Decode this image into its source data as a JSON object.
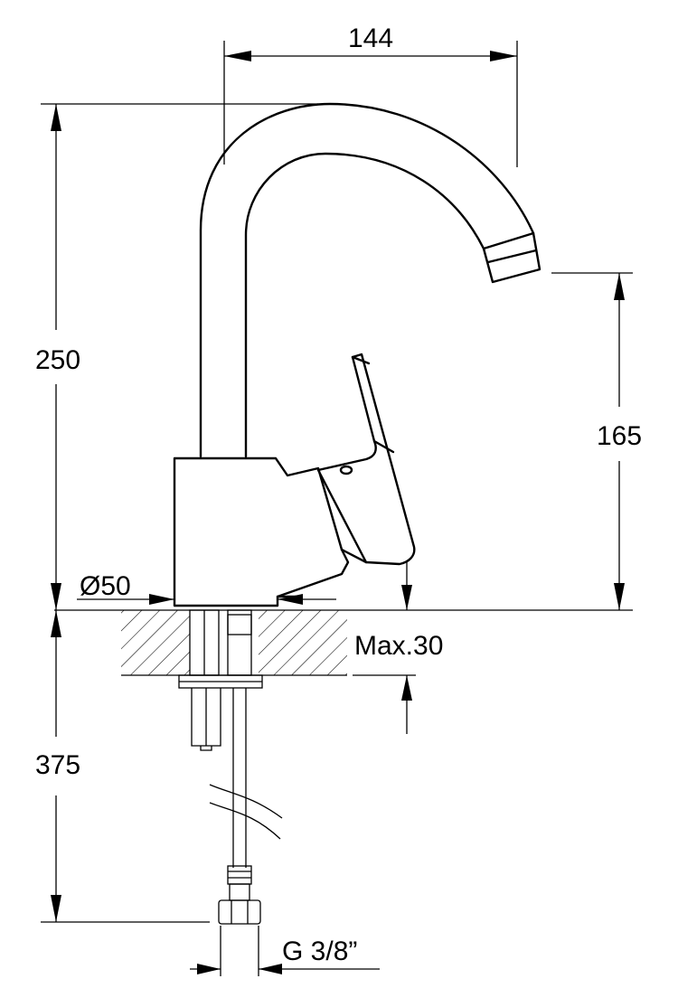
{
  "dimensions": {
    "spout_reach": "144",
    "total_height": "250",
    "spout_height": "165",
    "base_diameter": "Ø50",
    "max_thickness": "Max.30",
    "hose_length": "375",
    "thread": "G 3/8”"
  },
  "colors": {
    "line": "#000000",
    "background": "#ffffff"
  }
}
